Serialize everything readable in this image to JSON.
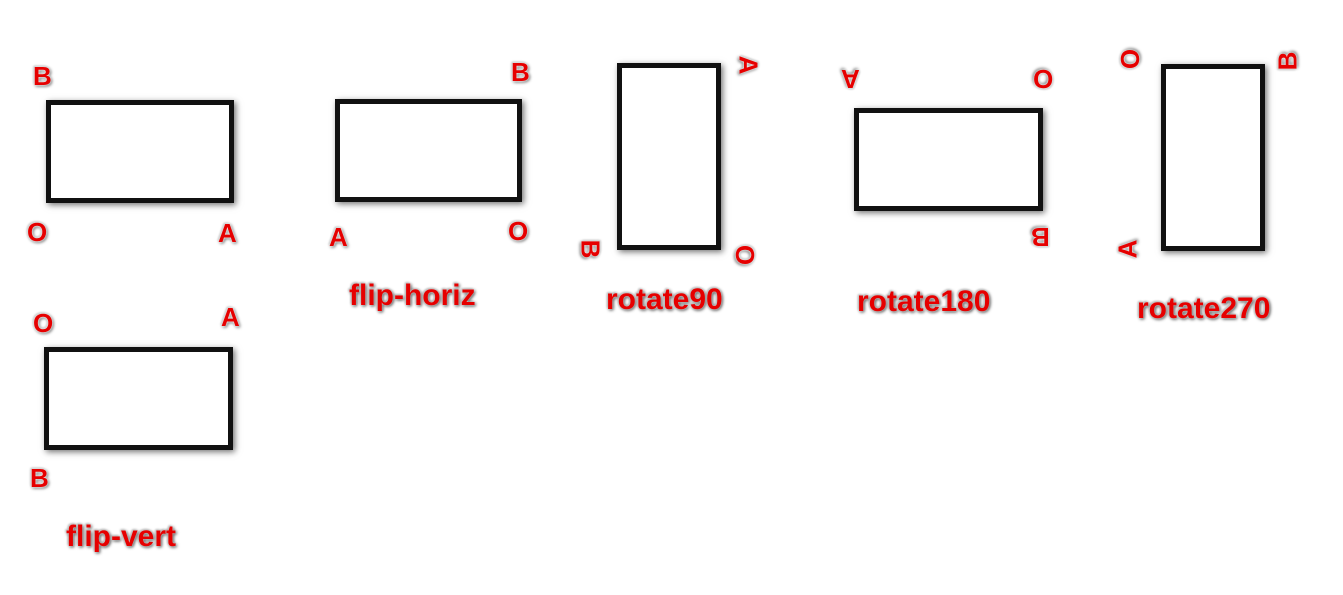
{
  "accent_color": "#e60000",
  "frame_color": "#111111",
  "panels": [
    {
      "id": "original",
      "caption": "",
      "labels": {
        "o": "O",
        "a": "A",
        "b": "B"
      }
    },
    {
      "id": "flip-horiz",
      "caption": "flip-horiz",
      "labels": {
        "o": "O",
        "a": "A",
        "b": "B"
      }
    },
    {
      "id": "rotate90",
      "caption": "rotate90",
      "labels": {
        "o": "O",
        "a": "A",
        "b": "B"
      }
    },
    {
      "id": "rotate180",
      "caption": "rotate180",
      "labels": {
        "o": "O",
        "a": "A",
        "b": "B"
      }
    },
    {
      "id": "rotate270",
      "caption": "rotate270",
      "labels": {
        "o": "O",
        "a": "A",
        "b": "B"
      }
    },
    {
      "id": "flip-vert",
      "caption": "flip-vert",
      "labels": {
        "o": "O",
        "a": "A",
        "b": "B"
      }
    }
  ]
}
